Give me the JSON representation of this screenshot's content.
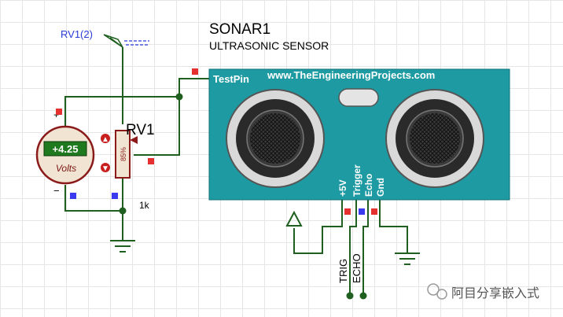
{
  "sonar": {
    "ref": "SONAR1",
    "type": "ULTRASONIC SENSOR",
    "website": "www.TheEngineeringProjects.com",
    "testpin_label": "TestPin",
    "pins": [
      "+5V",
      "Trigger",
      "Echo",
      "Gnd"
    ]
  },
  "pot": {
    "ref": "RV1",
    "percent": "85%",
    "value": "1k",
    "probe_label": "RV1(2)"
  },
  "voltmeter": {
    "reading": "+4.25",
    "unit": "Volts",
    "plus": "+",
    "minus": "−"
  },
  "terminals": {
    "trig": "TRIG",
    "echo": "ECHO"
  },
  "watermark": {
    "text": "阿目分享嵌入式"
  },
  "colors": {
    "sensor_body": "#1e9aa3",
    "wire": "#1f5f1f",
    "component_outline": "#8b1a1a",
    "pin_red": "#e53030",
    "pin_blue": "#3a3aee",
    "meter_display": "#1f7a1f"
  }
}
